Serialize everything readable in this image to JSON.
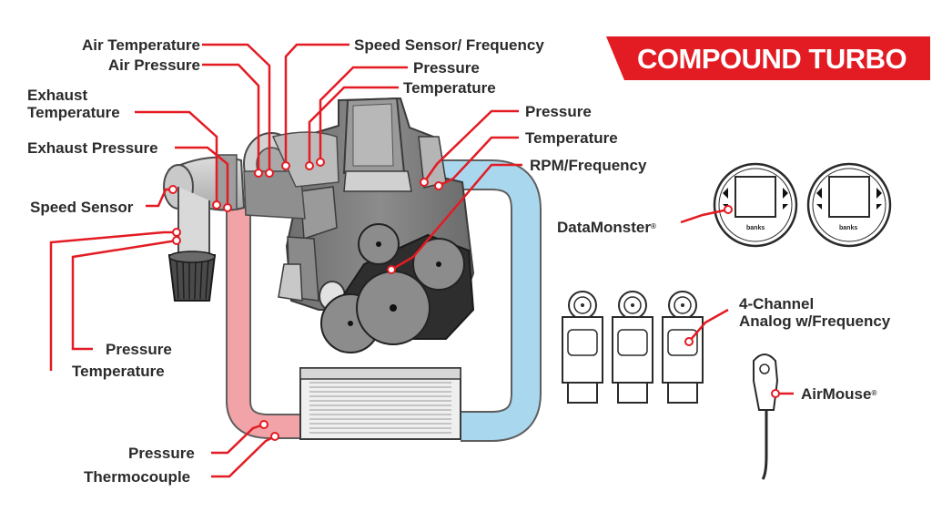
{
  "title": "COMPOUND TURBO",
  "colors": {
    "accent_red": "#e31b23",
    "cold_side_blue": "#a9d8ee",
    "hot_side_pink": "#f2a3a7",
    "engine_gray": "#7d7d7d"
  },
  "labels": {
    "air_temperature": "Air Temperature",
    "air_pressure": "Air Pressure",
    "exhaust_temperature_line1": "Exhaust",
    "exhaust_temperature_line2": "Temperature",
    "exhaust_pressure": "Exhaust Pressure",
    "speed_sensor": "Speed Sensor",
    "intake_pressure": "Pressure",
    "intake_temperature": "Temperature",
    "speed_sensor_frequency": "Speed Sensor/ Frequency",
    "turbo_pressure": "Pressure",
    "turbo_temperature": "Temperature",
    "manifold_pressure": "Pressure",
    "manifold_temperature": "Temperature",
    "rpm_frequency": "RPM/Frequency",
    "intercooler_pressure": "Pressure",
    "thermocouple": "Thermocouple"
  },
  "devices": {
    "datamonster": "DataMonster",
    "analog_line1": "4-Channel",
    "analog_line2": "Analog w/Frequency",
    "airmouse": "AirMouse",
    "registered": "®",
    "brand": "banks"
  }
}
